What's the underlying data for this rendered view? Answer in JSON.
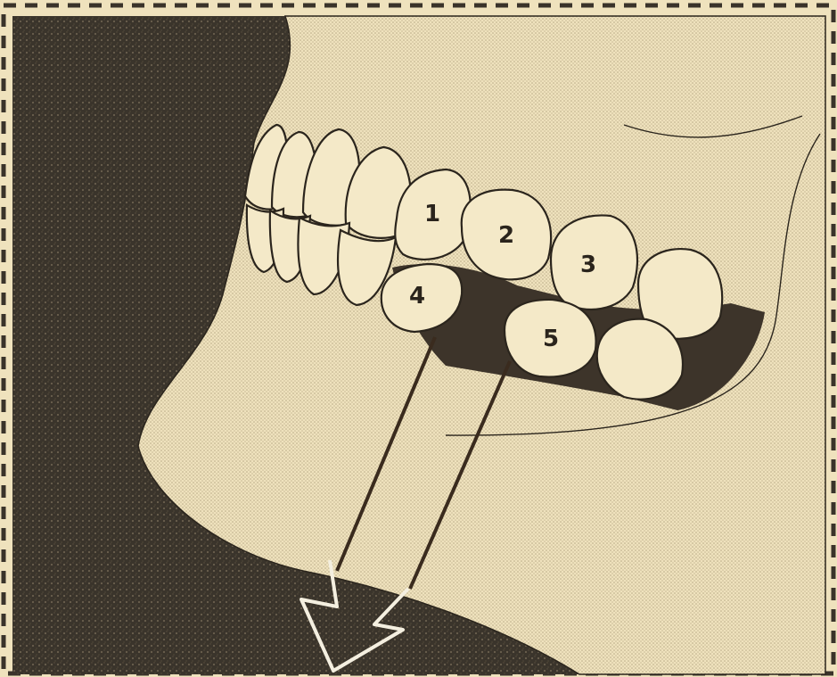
{
  "figure": {
    "description_free": true,
    "colors": {
      "background": "#3a342b",
      "paper": "#efe2bd",
      "ink": "#2a241c",
      "tooth": "#f4e9c8",
      "shadow": "#4a3f33"
    },
    "teeth_labels": {
      "t1": "1",
      "t2": "2",
      "t3": "3",
      "t4": "4",
      "t5": "5"
    },
    "icons": {
      "arrow": "down-arrow-icon"
    }
  }
}
